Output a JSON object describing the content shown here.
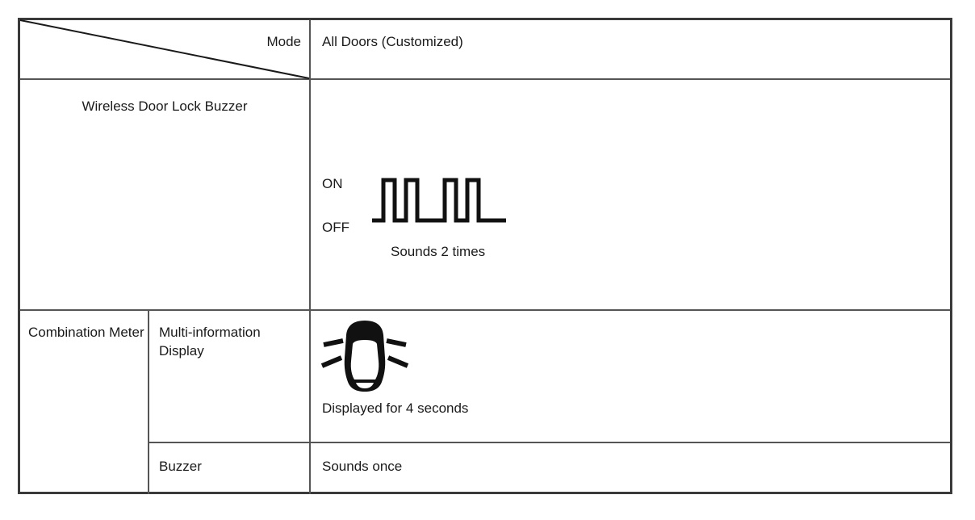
{
  "table": {
    "header": {
      "corner_label": "Mode",
      "mode_value": "All Doors (Customized)"
    },
    "rows": [
      {
        "group_label": "Wireless Door Lock Buzzer",
        "sub_label": "",
        "value_kind": "waveform",
        "waveform": {
          "on_label": "ON",
          "off_label": "OFF",
          "caption": "Sounds 2 times",
          "pulse_groups": 2,
          "pulses_per_group": 2,
          "total_pulses": 4
        }
      },
      {
        "group_label": "Combination Meter",
        "sub_label": "Multi-information Display",
        "value_kind": "icon",
        "icon": {
          "name": "car-hazard-flash-icon",
          "caption": "Displayed for 4 seconds"
        }
      },
      {
        "group_label": "",
        "sub_label": "Buzzer",
        "value_kind": "text",
        "value": "Sounds once"
      }
    ]
  },
  "colors": {
    "border_outer": "#3a3a3a",
    "border_inner": "#555555",
    "text": "#1a1a1a",
    "ink": "#111111",
    "background": "#ffffff"
  }
}
